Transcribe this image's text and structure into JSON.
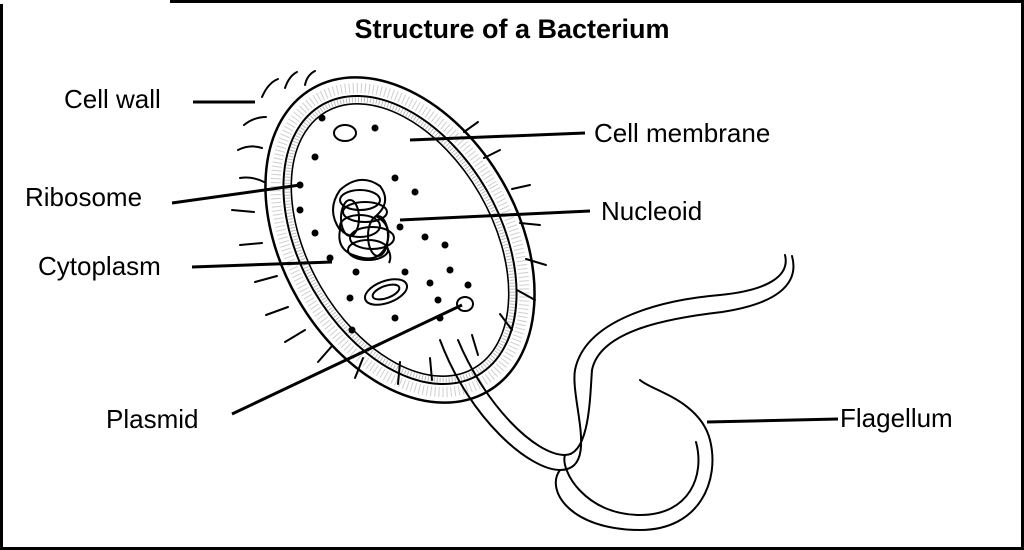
{
  "title": "Structure of a Bacterium",
  "labels": {
    "cell_wall": "Cell wall",
    "cell_membrane": "Cell membrane",
    "ribosome": "Ribosome",
    "nucleoid": "Nucleoid",
    "cytoplasm": "Cytoplasm",
    "plasmid": "Plasmid",
    "flagellum": "Flagellum"
  }
}
